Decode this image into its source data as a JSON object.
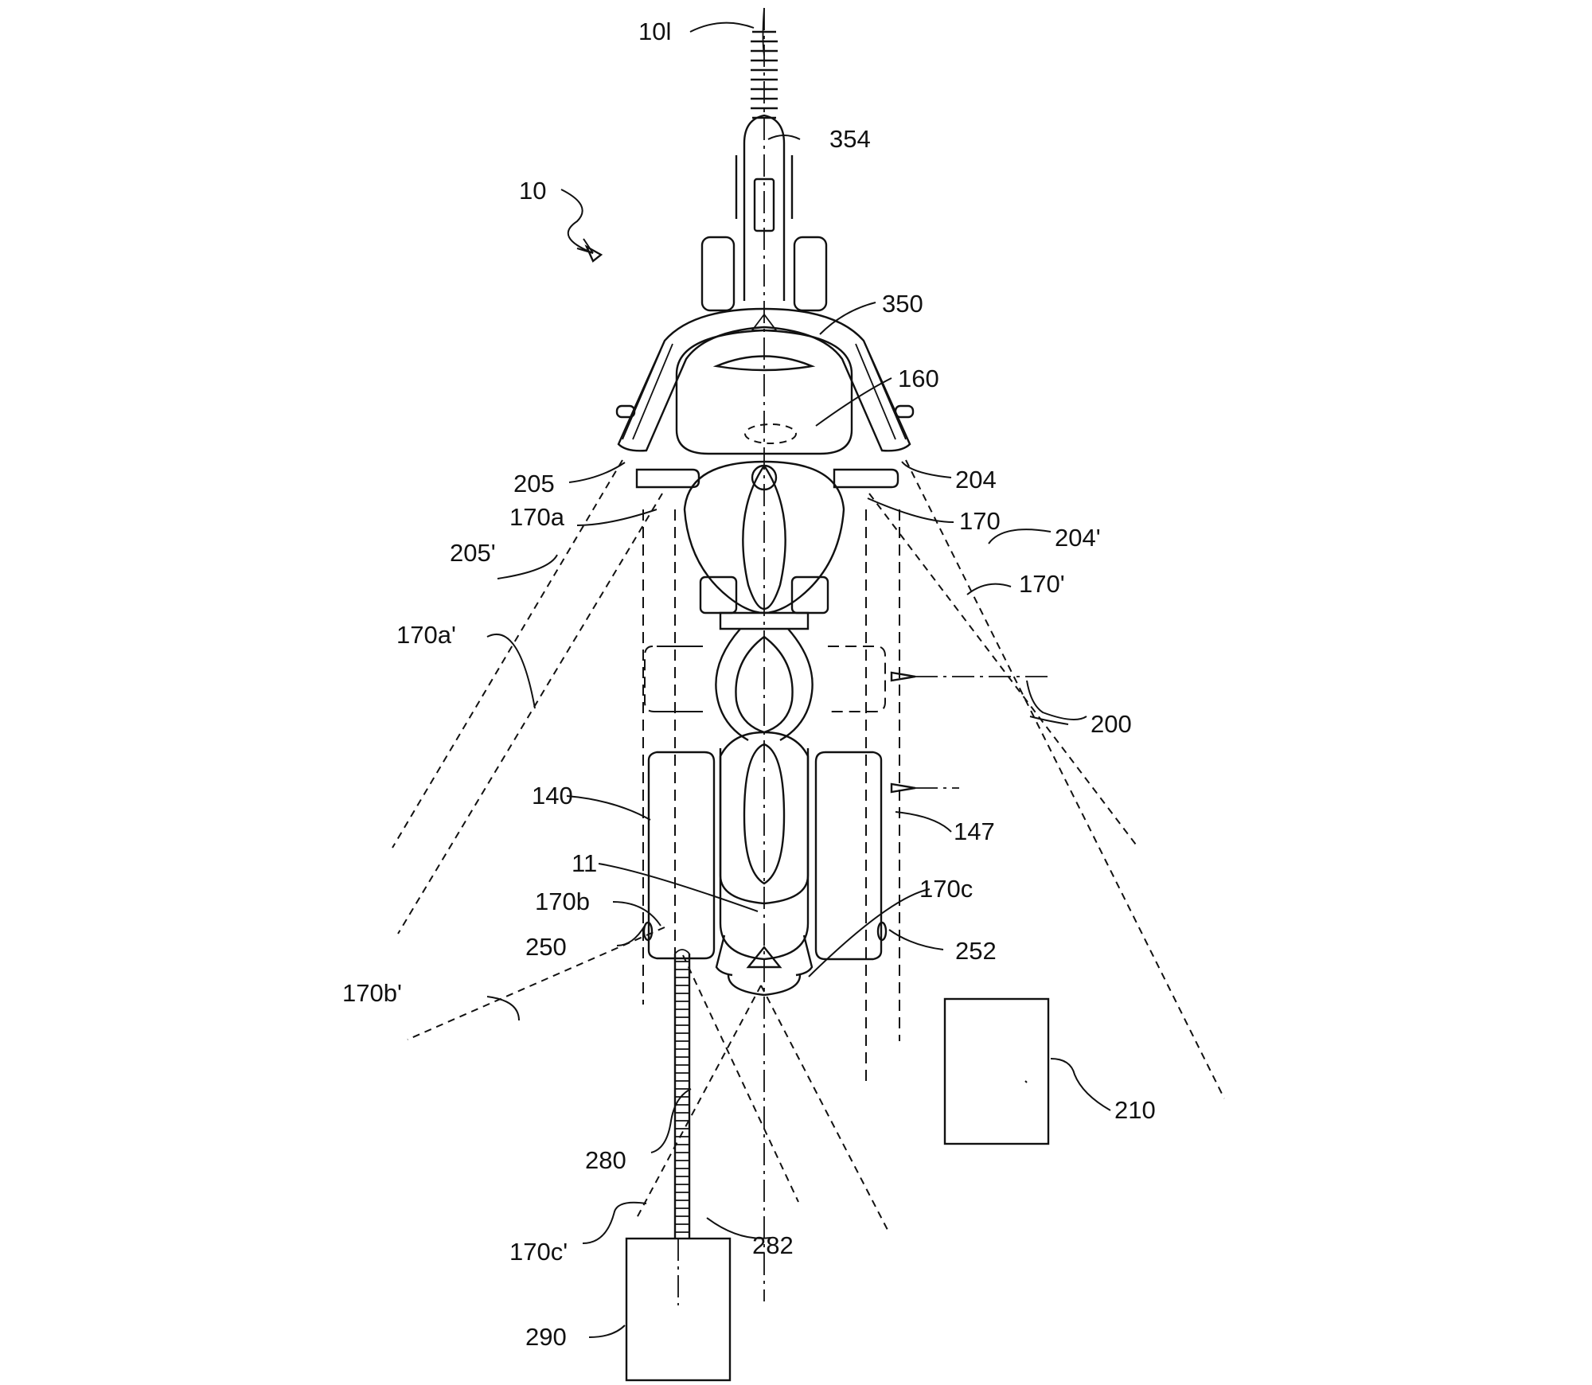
{
  "figure": {
    "labels": {
      "r10l": "10l",
      "r354": "354",
      "r10": "10",
      "r350": "350",
      "r160": "160",
      "r205": "205",
      "r204": "204",
      "r170a": "170a",
      "r170": "170",
      "r205p": "205'",
      "r204p": "204'",
      "r170p": "170'",
      "r170ap": "170a'",
      "r200": "200",
      "r140": "140",
      "r147": "147",
      "r11": "11",
      "r170c": "170c",
      "r170b": "170b",
      "r250": "250",
      "r252": "252",
      "r170bp": "170b'",
      "r210": "210",
      "r280": "280",
      "r282": "282",
      "r170cp": "170c'",
      "r290": "290"
    }
  }
}
